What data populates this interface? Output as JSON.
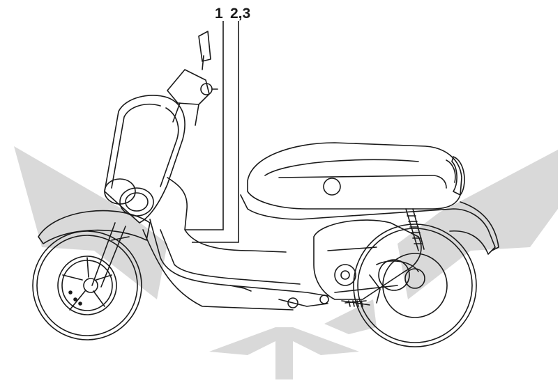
{
  "figure": {
    "callouts": [
      "1",
      "2,3"
    ],
    "subject": "scooter-side-view-illustration",
    "colors": {
      "line": "#1a1a1a",
      "watermark": "#d9d9d9",
      "background": "#ffffff"
    }
  }
}
